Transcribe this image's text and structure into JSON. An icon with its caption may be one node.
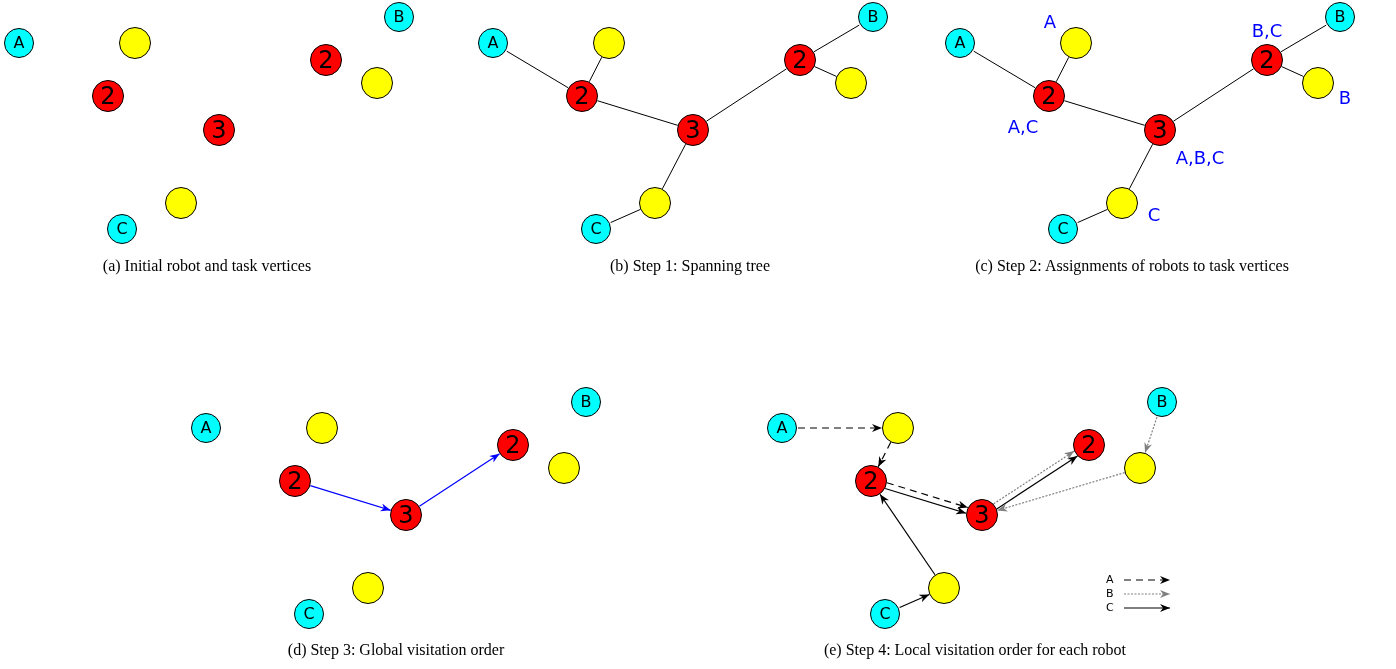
{
  "diagram": {
    "nodes": [
      {
        "text": [
          "A"
        ]
      },
      {
        "text": [],
        "shape": "circle"
      },
      {
        "text": [
          "B"
        ]
      },
      {
        "text": [
          "2"
        ]
      },
      {
        "text": [
          "2"
        ]
      },
      {
        "text": [],
        "shape": "circle"
      },
      {
        "text": [
          "3"
        ]
      },
      {
        "text": [],
        "shape": "circle"
      },
      {
        "text": [
          "C"
        ]
      },
      {
        "text": [
          "A"
        ]
      },
      {
        "text": [],
        "shape": "circle"
      },
      {
        "text": [
          "B"
        ]
      },
      {
        "text": [
          "2"
        ]
      },
      {
        "text": [
          "2"
        ]
      },
      {
        "text": [],
        "shape": "circle"
      },
      {
        "text": [
          "3"
        ]
      },
      {
        "text": [],
        "shape": "circle"
      },
      {
        "text": [
          "C"
        ]
      },
      {
        "text": [
          "A"
        ]
      },
      {
        "text": [],
        "shape": "circle",
        "beside": [
          "A"
        ]
      },
      {
        "text": [
          "B"
        ]
      },
      {
        "text": [
          "2"
        ],
        "beside": [
          "B,C"
        ]
      },
      {
        "text": [
          "2"
        ],
        "beside": [
          "A,C"
        ]
      },
      {
        "text": [],
        "shape": "circle",
        "beside": [
          "B"
        ]
      },
      {
        "text": [
          "3"
        ],
        "beside": [
          "A,B,C"
        ]
      },
      {
        "text": [],
        "shape": "circle",
        "beside": [
          "C"
        ]
      },
      {
        "text": [
          "C"
        ]
      },
      {
        "text": [
          "A"
        ]
      },
      {
        "text": [],
        "shape": "circle"
      },
      {
        "text": [
          "B"
        ]
      },
      {
        "text": [
          "2"
        ]
      },
      {
        "text": [
          "2"
        ]
      },
      {
        "text": [],
        "shape": "circle"
      },
      {
        "text": [
          "3"
        ]
      },
      {
        "text": [],
        "shape": "circle"
      },
      {
        "text": [
          "C"
        ]
      },
      {
        "text": [
          "A"
        ]
      },
      {
        "text": [],
        "shape": "circle"
      },
      {
        "text": [
          "B"
        ]
      },
      {
        "text": [
          "2"
        ]
      },
      {
        "text": [
          "2"
        ]
      },
      {
        "text": [],
        "shape": "circle"
      },
      {
        "text": [
          "3"
        ]
      },
      {
        "text": [],
        "shape": "circle"
      },
      {
        "text": [
          "C"
        ]
      }
    ],
    "edges": [
      {
        "from": 9,
        "to": 13,
        "arrow": "none"
      },
      {
        "from": 10,
        "to": 13,
        "arrow": "none"
      },
      {
        "from": 13,
        "to": 15,
        "arrow": "none"
      },
      {
        "from": 15,
        "to": 12,
        "arrow": "none"
      },
      {
        "from": 12,
        "to": 11,
        "arrow": "none"
      },
      {
        "from": 12,
        "to": 14,
        "arrow": "none"
      },
      {
        "from": 15,
        "to": 16,
        "arrow": "none"
      },
      {
        "from": 16,
        "to": 17,
        "arrow": "none"
      },
      {
        "from": 18,
        "to": 22,
        "arrow": "none"
      },
      {
        "from": 19,
        "to": 22,
        "arrow": "none"
      },
      {
        "from": 22,
        "to": 24,
        "arrow": "none"
      },
      {
        "from": 24,
        "to": 21,
        "arrow": "none"
      },
      {
        "from": 21,
        "to": 20,
        "arrow": "none"
      },
      {
        "from": 21,
        "to": 23,
        "arrow": "none"
      },
      {
        "from": 24,
        "to": 25,
        "arrow": "none"
      },
      {
        "from": 25,
        "to": 26,
        "arrow": "none"
      },
      {
        "from": 31,
        "to": 33,
        "arrow": "to",
        "color": "#0000ff"
      },
      {
        "from": 33,
        "to": 30,
        "arrow": "to",
        "color": "#0000ff"
      },
      {
        "from": 36,
        "to": 37,
        "arrow": "to",
        "style": "dashed"
      },
      {
        "from": 37,
        "to": 40,
        "arrow": "to",
        "style": "dashed"
      },
      {
        "from": 40,
        "to": 42,
        "arrow": "to",
        "style": "dashed"
      },
      {
        "from": 44,
        "to": 43,
        "arrow": "to"
      },
      {
        "from": 43,
        "to": 40,
        "arrow": "to"
      },
      {
        "from": 40,
        "to": 42,
        "arrow": "to"
      },
      {
        "from": 42,
        "to": 39,
        "arrow": "to"
      },
      {
        "from": 42,
        "to": 39,
        "arrow": "to",
        "style": "dashed",
        "color": "#808080"
      },
      {
        "from": 38,
        "to": 41,
        "arrow": "to",
        "style": "dashed",
        "color": "#808080"
      },
      {
        "from": 41,
        "to": 42,
        "arrow": "to",
        "style": "dashed",
        "color": "#808080"
      }
    ],
    "labels": [
      "(a) Initial robot and task vertices",
      "(b) Step 1: Spanning tree",
      "(c) Step 2: Assignments of robots to task vertices",
      "(d) Step 3: Global visitation order",
      "(e) Step 4: Local visitation order for each robot"
    ],
    "legend": [
      {
        "text": "A"
      },
      {
        "text": "B"
      },
      {
        "text": "C"
      }
    ]
  }
}
